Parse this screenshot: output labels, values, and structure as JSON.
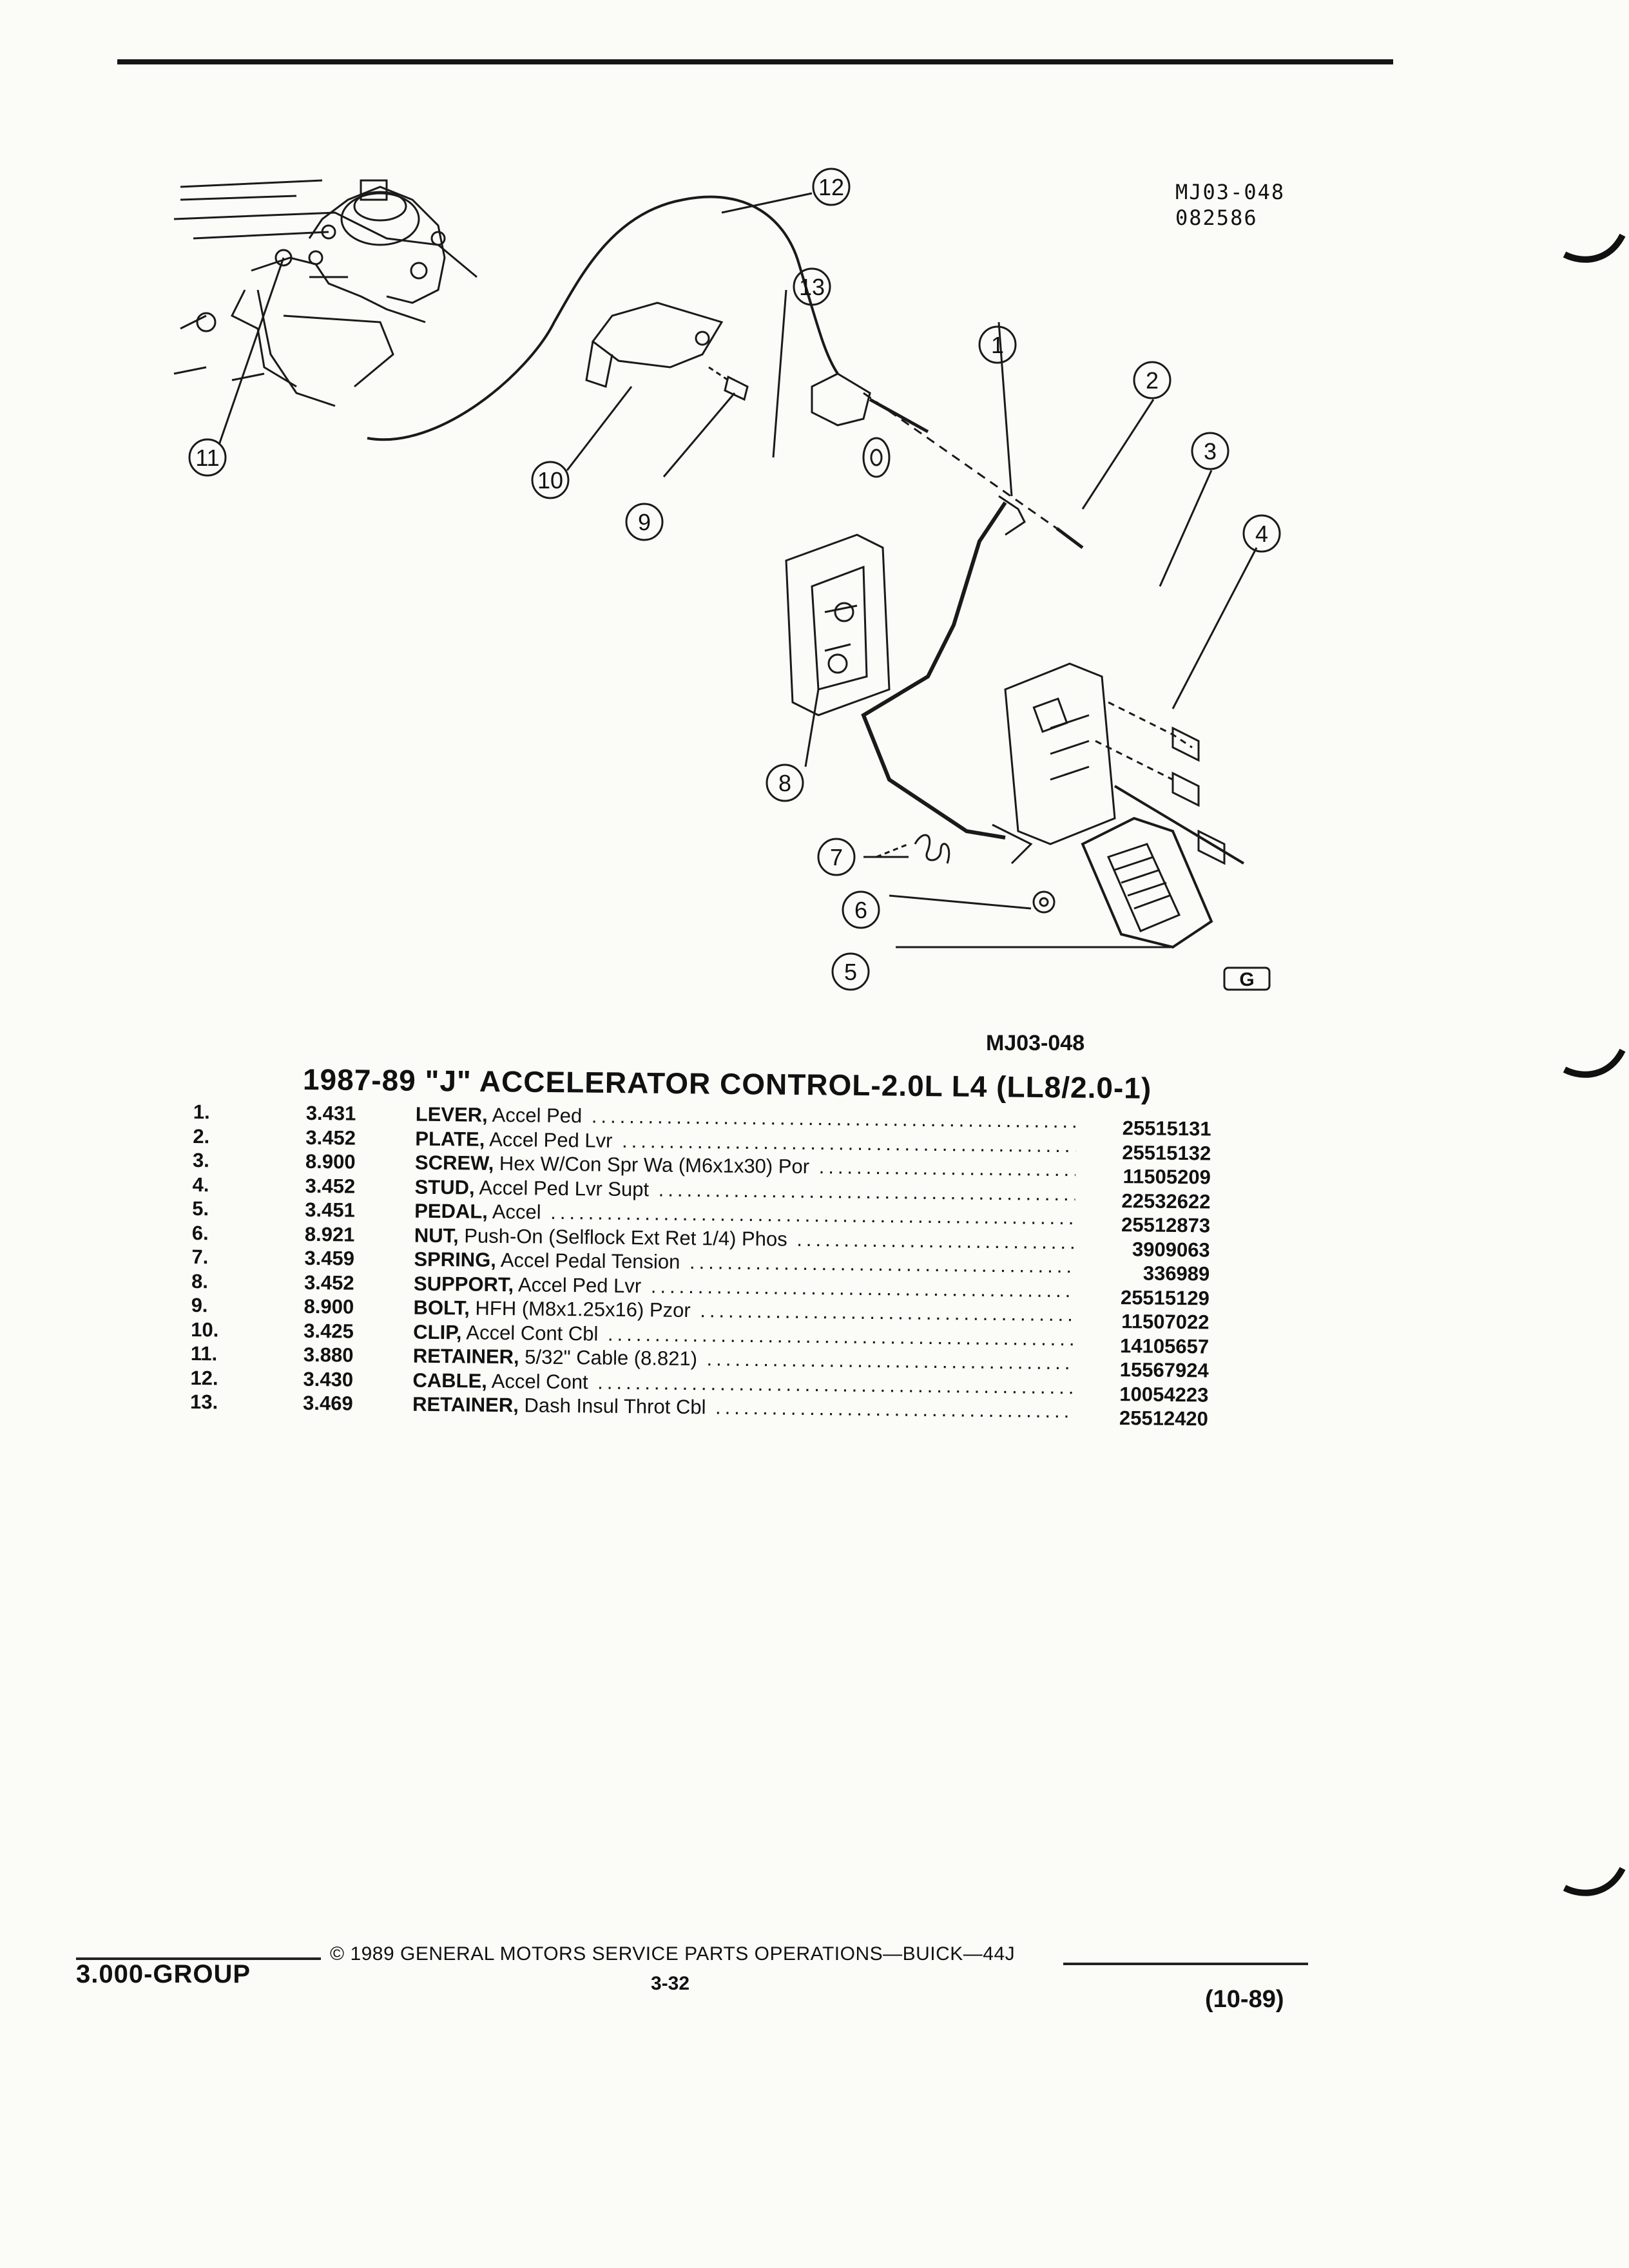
{
  "figure": {
    "code": "MJ03-048",
    "date_code": "082586",
    "caption": "MJ03-048",
    "callouts": [
      "1",
      "2",
      "3",
      "4",
      "5",
      "6",
      "7",
      "8",
      "9",
      "10",
      "11",
      "12",
      "13"
    ],
    "logo_mark": "G"
  },
  "title": "1987-89 \"J\" ACCELERATOR CONTROL-2.0L L4 (LL8/2.0-1)",
  "parts": [
    {
      "num": "1.",
      "group": "3.431",
      "name": "LEVER,",
      "desc": " Accel Ped",
      "part": "25515131"
    },
    {
      "num": "2.",
      "group": "3.452",
      "name": "PLATE,",
      "desc": " Accel Ped Lvr",
      "part": "25515132"
    },
    {
      "num": "3.",
      "group": "8.900",
      "name": "SCREW,",
      "desc": " Hex W/Con Spr Wa (M6x1x30) Por",
      "part": "11505209"
    },
    {
      "num": "4.",
      "group": "3.452",
      "name": "STUD,",
      "desc": " Accel Ped Lvr Supt",
      "part": "22532622"
    },
    {
      "num": "5.",
      "group": "3.451",
      "name": "PEDAL,",
      "desc": " Accel",
      "part": "25512873"
    },
    {
      "num": "6.",
      "group": "8.921",
      "name": "NUT,",
      "desc": " Push-On (Selflock Ext Ret 1/4) Phos",
      "part": "3909063"
    },
    {
      "num": "7.",
      "group": "3.459",
      "name": "SPRING,",
      "desc": " Accel Pedal Tension",
      "part": "336989"
    },
    {
      "num": "8.",
      "group": "3.452",
      "name": "SUPPORT,",
      "desc": " Accel Ped Lvr",
      "part": "25515129"
    },
    {
      "num": "9.",
      "group": "8.900",
      "name": "BOLT,",
      "desc": " HFH (M8x1.25x16) Pzor",
      "part": "11507022"
    },
    {
      "num": "10.",
      "group": "3.425",
      "name": "CLIP,",
      "desc": " Accel Cont Cbl",
      "part": "14105657"
    },
    {
      "num": "11.",
      "group": "3.880",
      "name": "RETAINER,",
      "desc": " 5/32\" Cable (8.821)",
      "part": "15567924"
    },
    {
      "num": "12.",
      "group": "3.430",
      "name": "CABLE,",
      "desc": " Accel Cont",
      "part": "10054223"
    },
    {
      "num": "13.",
      "group": "3.469",
      "name": "RETAINER,",
      "desc": " Dash Insul Throt Cbl",
      "part": "25512420"
    }
  ],
  "footer": {
    "group": "3.000-GROUP",
    "copyright": "© 1989 GENERAL MOTORS SERVICE PARTS OPERATIONS—BUICK—44J",
    "page": "3-32",
    "date": "(10-89)"
  }
}
